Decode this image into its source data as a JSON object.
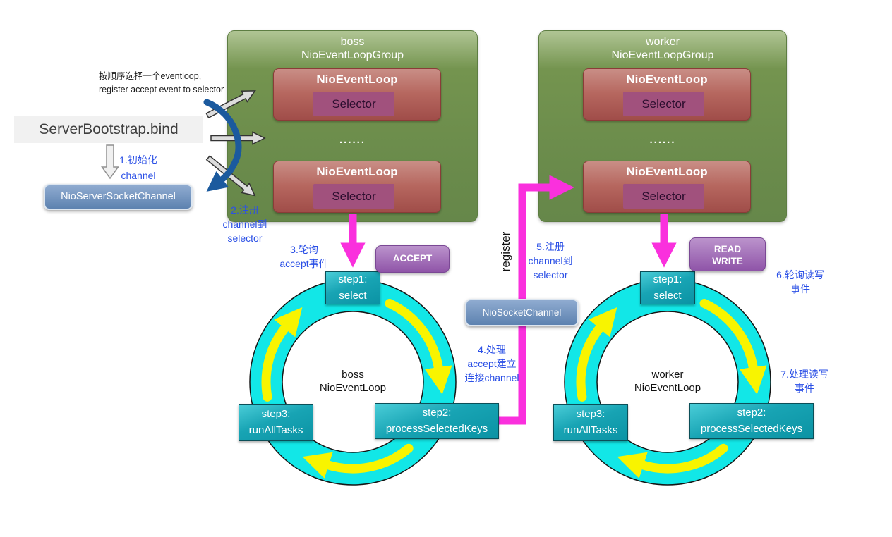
{
  "annotation": {
    "line1": "按顺序选择一个eventloop,",
    "line2": "register accept event to selector"
  },
  "bootstrap_label": "ServerBootstrap.bind",
  "nio_server_socket_channel": "NioServerSocketChannel",
  "nio_socket_channel": "NioSocketChannel",
  "register_label": "register",
  "shared": {
    "nio_event_loop": "NioEventLoop",
    "nio_event_loop_group": "NioEventLoopGroup",
    "selector": "Selector",
    "ellipsis": "......"
  },
  "groups": {
    "boss_name": "boss",
    "worker_name": "worker"
  },
  "rings": {
    "boss": {
      "line1": "boss",
      "line2": "NioEventLoop"
    },
    "worker": {
      "line1": "worker",
      "line2": "NioEventLoop"
    }
  },
  "steps": {
    "step1a": "step1:",
    "step1b": "select",
    "step2a": "step2:",
    "step2b": "processSelectedKeys",
    "step3a": "step3:",
    "step3b": "runAllTasks"
  },
  "badges": {
    "accept": "ACCEPT",
    "read": "READ",
    "write": "WRITE"
  },
  "flow_labels": {
    "l1a": "1.初始化",
    "l1b": "channel",
    "l2a": "2.注册",
    "l2b": "channel到",
    "l2c": "selector",
    "l3a": "3.轮询",
    "l3b": "accept事件",
    "l4a": "4.处理",
    "l4b": "accept建立",
    "l4c": "连接channel",
    "l5a": "5.注册",
    "l5b": "channel到",
    "l5c": "selector",
    "l6a": "6.轮询读写",
    "l6b": "事件",
    "l7a": "7.处理读写",
    "l7b": "事件"
  },
  "colors": {
    "label_blue": "#2b50e6",
    "magenta": "#fa30dd",
    "ring_cyan": "#12e7e7",
    "arrow_yellow": "#f8f400",
    "curve_blue": "#1b5a9e",
    "group_green": "#6e8f4f",
    "eventloop_red": "#b05c56",
    "selector_purple": "#a1517d",
    "channel_blue": "#6b8cb6",
    "badge_purple": "#9c63b0",
    "step_teal": "#12a0b0"
  }
}
